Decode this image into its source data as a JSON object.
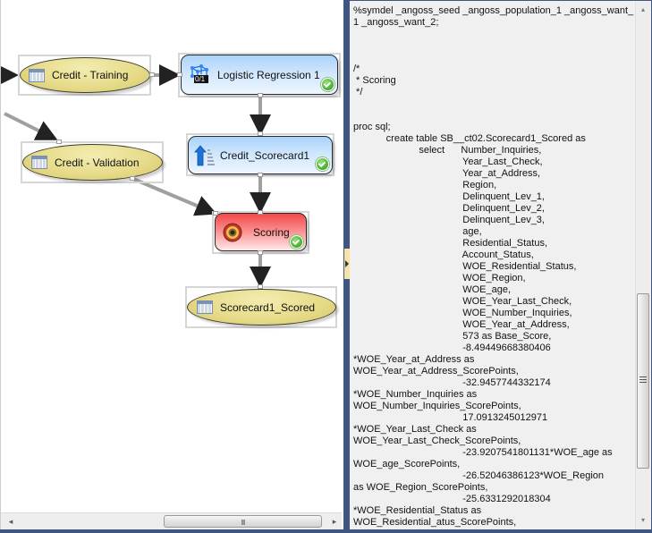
{
  "flow": {
    "nodes": [
      {
        "id": "credit-training",
        "label": "Credit - Training",
        "type": "dataset",
        "icon": "table-icon"
      },
      {
        "id": "logistic-regression-1",
        "label": "Logistic Regression 1",
        "type": "model",
        "icon": "logistic-regression-icon",
        "status": "completed"
      },
      {
        "id": "credit-validation",
        "label": "Credit - Validation",
        "type": "dataset",
        "icon": "table-icon"
      },
      {
        "id": "credit-scorecard1",
        "label": "Credit_Scorecard1",
        "type": "scorecard",
        "icon": "scorecard-icon",
        "status": "completed"
      },
      {
        "id": "scoring",
        "label": "Scoring",
        "type": "scoring",
        "icon": "target-icon",
        "status": "completed"
      },
      {
        "id": "scorecard1-scored",
        "label": "Scorecard1_Scored",
        "type": "dataset",
        "icon": "table-icon"
      }
    ],
    "icons": {
      "logistic_regression_badge": "0/1"
    },
    "edges": [
      [
        "credit-training",
        "logistic-regression-1"
      ],
      [
        "logistic-regression-1",
        "credit-scorecard1"
      ],
      [
        "credit-scorecard1",
        "scoring"
      ],
      [
        "credit-validation",
        "scoring"
      ],
      [
        "scoring",
        "scorecard1-scored"
      ]
    ]
  },
  "scrollbars": {
    "canvas_horizontal": {
      "left_arrow": "◂",
      "right_arrow": "▸",
      "grip": "III"
    },
    "code_vertical": {
      "up_arrow": "▴",
      "down_arrow": "▾"
    }
  },
  "code": {
    "lines": [
      "%symdel _angoss_seed _angoss_population_1 _angoss_want_",
      "1 _angoss_want_2;",
      "",
      "",
      "",
      "/*",
      " * Scoring",
      " */",
      "",
      "",
      "proc sql;",
      "            create table SB__ct02.Scorecard1_Scored as",
      "                        select      Number_Inquiries,",
      "                                        Year_Last_Check,",
      "                                        Year_at_Address,",
      "                                        Region,",
      "                                        Delinquent_Lev_1,",
      "                                        Delinquent_Lev_2,",
      "                                        Delinquent_Lev_3,",
      "                                        age,",
      "                                        Residential_Status,",
      "                                        Account_Status,",
      "                                        WOE_Residential_Status,",
      "                                        WOE_Region,",
      "                                        WOE_age,",
      "                                        WOE_Year_Last_Check,",
      "                                        WOE_Number_Inquiries,",
      "                                        WOE_Year_at_Address,",
      "                                        573 as Base_Score,",
      "                                        -8.49449668380406",
      "*WOE_Year_at_Address as",
      "WOE_Year_at_Address_ScorePoints,",
      "                                        -32.9457744332174",
      "*WOE_Number_Inquiries as",
      "WOE_Number_Inquiries_ScorePoints,",
      "                                        17.0913245012971",
      "*WOE_Year_Last_Check as",
      "WOE_Year_Last_Check_ScorePoints,",
      "                                        -23.9207541801131*WOE_age as",
      "WOE_age_ScorePoints,",
      "                                        -26.52046386123*WOE_Region",
      "as WOE_Region_ScorePoints,",
      "                                        -25.6331292018304",
      "*WOE_Residential_Status as",
      "WOE_Residential_atus_ScorePoints,"
    ]
  }
}
